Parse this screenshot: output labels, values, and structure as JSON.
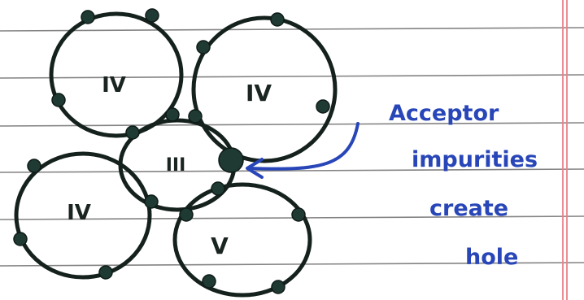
{
  "atoms": [
    {
      "id": "tl",
      "label": "IV"
    },
    {
      "id": "tr",
      "label": "IV"
    },
    {
      "id": "center",
      "label": "III"
    },
    {
      "id": "bl",
      "label": "IV"
    },
    {
      "id": "br",
      "label": "V"
    }
  ],
  "annotation": {
    "lines": [
      "Acceptor",
      "impurities",
      "create",
      "hole"
    ]
  },
  "colors": {
    "ink": "#14211d",
    "annotation": "#2846b8",
    "ruling": "#5a5a5a",
    "margin_line": "#e8838b"
  }
}
